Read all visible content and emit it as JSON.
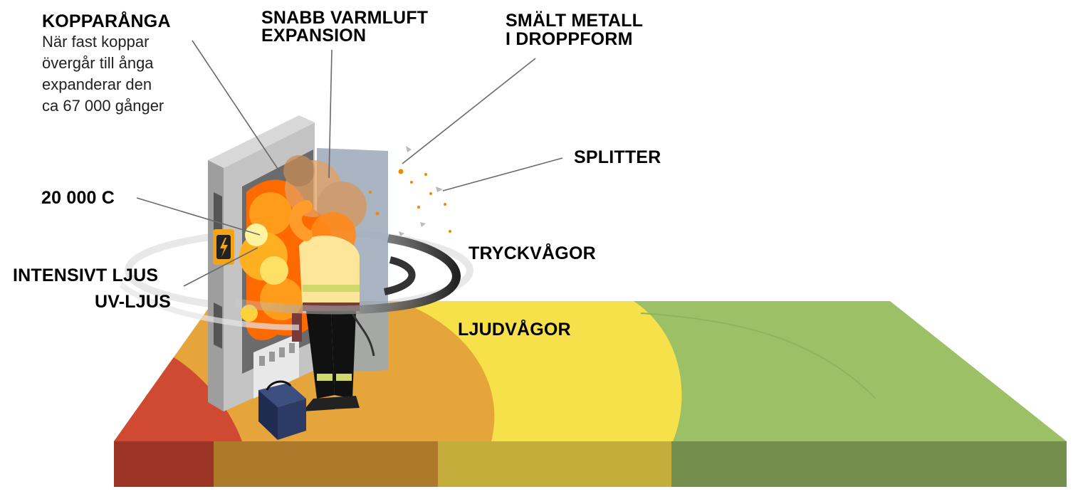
{
  "labels": {
    "kopparanga_title": "KOPPARÅNGA",
    "kopparanga_desc_lines": [
      "När fast koppar",
      "övergår till ånga",
      "expanderar den",
      "ca 67 000 gånger"
    ],
    "snabb_line1": "SNABB VARMLUFT",
    "snabb_line2": "EXPANSION",
    "smalt_line1": "SMÄLT METALL",
    "smalt_line2": "I DROPPFORM",
    "splitter": "SPLITTER",
    "temperature": "20 000 C",
    "intensivt_ljus": "INTENSIVT LJUS",
    "uv_ljus": "UV-LJUS",
    "tryckvagor": "TRYCKVÅGOR",
    "ljudvagor": "LJUDVÅGOR"
  },
  "zones": [
    {
      "name": "red",
      "top": "#d04a33",
      "side": "#9c3426"
    },
    {
      "name": "orange",
      "top": "#e6a53a",
      "side": "#ad7a2c"
    },
    {
      "name": "yellow",
      "top": "#f7e14a",
      "side": "#c4ad3a"
    },
    {
      "name": "green",
      "top": "#9cc066",
      "side": "#748f4d"
    }
  ],
  "icons": [
    "electric-cabinet",
    "lightning-warning-icon",
    "worker-in-protective-gear",
    "toolbag",
    "arc-flash-fire"
  ]
}
